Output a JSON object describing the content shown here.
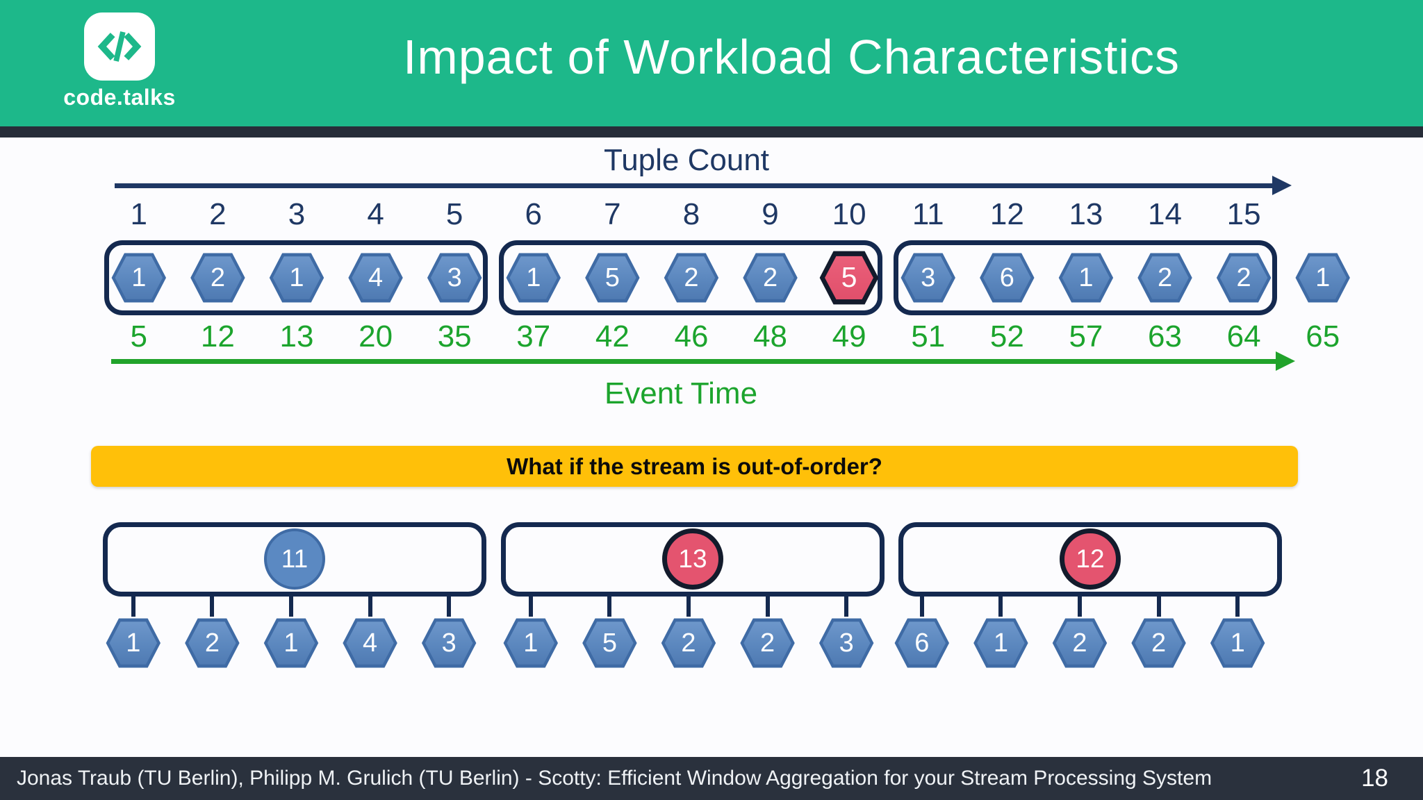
{
  "header": {
    "logo": {
      "text": "code.talks",
      "icon": "code-brackets-icon"
    },
    "title": "Impact of Workload Characteristics"
  },
  "top_stream": {
    "axis_count_label": "Tuple Count",
    "count_ticks": [
      "1",
      "2",
      "3",
      "4",
      "5",
      "6",
      "7",
      "8",
      "9",
      "10",
      "11",
      "12",
      "13",
      "14",
      "15",
      ""
    ],
    "tuples": [
      {
        "value": "1",
        "variant": "blue"
      },
      {
        "value": "2",
        "variant": "blue"
      },
      {
        "value": "1",
        "variant": "blue"
      },
      {
        "value": "4",
        "variant": "blue"
      },
      {
        "value": "3",
        "variant": "blue"
      },
      {
        "value": "1",
        "variant": "blue"
      },
      {
        "value": "5",
        "variant": "blue"
      },
      {
        "value": "2",
        "variant": "blue"
      },
      {
        "value": "2",
        "variant": "blue"
      },
      {
        "value": "5",
        "variant": "red"
      },
      {
        "value": "3",
        "variant": "blue"
      },
      {
        "value": "6",
        "variant": "blue"
      },
      {
        "value": "1",
        "variant": "blue"
      },
      {
        "value": "2",
        "variant": "blue"
      },
      {
        "value": "2",
        "variant": "blue"
      },
      {
        "value": "1",
        "variant": "blue"
      }
    ],
    "event_times": [
      "5",
      "12",
      "13",
      "20",
      "35",
      "37",
      "42",
      "46",
      "48",
      "49",
      "51",
      "52",
      "57",
      "63",
      "64",
      "65"
    ],
    "axis_time_label": "Event Time"
  },
  "banner": {
    "text": "What if the stream is out-of-order?"
  },
  "ooo_windows": [
    {
      "aggregate": "11",
      "variant": "blue",
      "tuples": [
        "1",
        "2",
        "1",
        "4",
        "3"
      ]
    },
    {
      "aggregate": "13",
      "variant": "red",
      "tuples": [
        "1",
        "5",
        "2",
        "2",
        "3"
      ]
    },
    {
      "aggregate": "12",
      "variant": "red",
      "tuples": [
        "6",
        "1",
        "2",
        "2",
        "1"
      ]
    }
  ],
  "footer": {
    "credits": "Jonas Traub (TU Berlin), Philipp M. Grulich (TU Berlin) - Scotty: Efficient Window Aggregation for your Stream Processing System",
    "page_number": "18"
  },
  "colors": {
    "brand_green": "#1db88a",
    "navy_text": "#1f3864",
    "window_border": "#14294f",
    "hexagon_blue": "#5b89c2",
    "highlight_red": "#e4546f",
    "event_time_green": "#1ca42d",
    "banner_yellow": "#ffc009",
    "footer_bg": "#2a313d"
  }
}
